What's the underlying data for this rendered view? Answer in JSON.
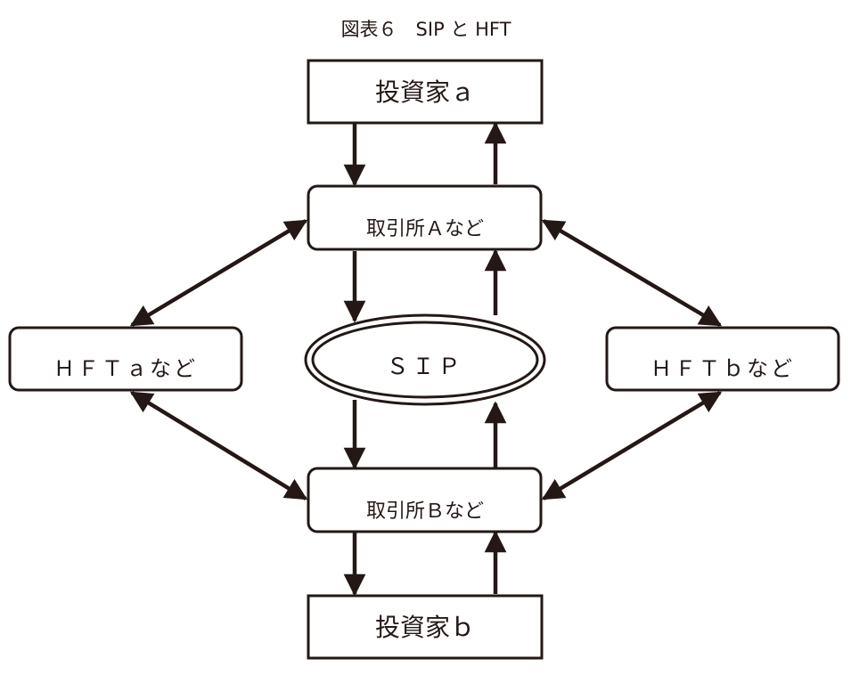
{
  "title": "図表６　SIP と HFT",
  "nodes": {
    "investor_a": "投資家ａ",
    "exchange_a": "取引所Ａなど",
    "sip": "ＳＩＰ",
    "hft_a": "ＨＦＴａなど",
    "hft_b": "ＨＦＴｂなど",
    "exchange_b": "取引所Ｂなど",
    "investor_b": "投資家ｂ"
  },
  "edges": [
    {
      "from": "investor_a",
      "to": "exchange_a"
    },
    {
      "from": "exchange_a",
      "to": "investor_a"
    },
    {
      "from": "exchange_a",
      "to": "sip"
    },
    {
      "from": "sip",
      "to": "exchange_a"
    },
    {
      "from": "sip",
      "to": "exchange_b"
    },
    {
      "from": "exchange_b",
      "to": "sip"
    },
    {
      "from": "exchange_b",
      "to": "investor_b"
    },
    {
      "from": "investor_b",
      "to": "exchange_b"
    },
    {
      "from": "hft_a",
      "to": "exchange_a",
      "bidirectional": true
    },
    {
      "from": "hft_a",
      "to": "exchange_b",
      "bidirectional": true
    },
    {
      "from": "hft_b",
      "to": "exchange_a",
      "bidirectional": true
    },
    {
      "from": "hft_b",
      "to": "exchange_b",
      "bidirectional": true
    }
  ],
  "colors": {
    "line": "#231815",
    "background": "#ffffff"
  }
}
